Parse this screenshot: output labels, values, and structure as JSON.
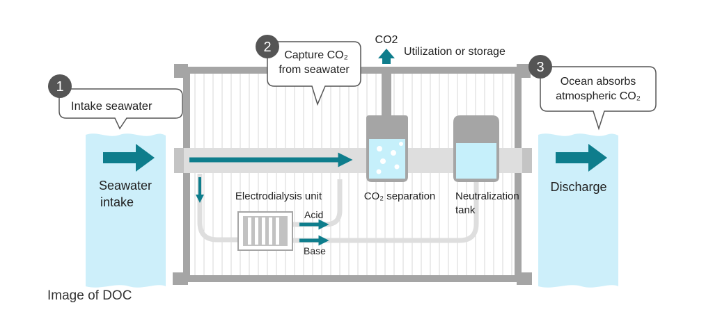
{
  "steps": [
    {
      "number": "1",
      "text_lines": [
        "Intake seawater"
      ]
    },
    {
      "number": "2",
      "text_lines": [
        "Capture CO₂",
        "from seawater"
      ]
    },
    {
      "number": "3",
      "text_lines": [
        "Ocean absorbs",
        "atmospheric CO₂"
      ]
    }
  ],
  "labels": {
    "seawater_intake": [
      "Seawater",
      "intake"
    ],
    "discharge": "Discharge",
    "co2_output": "CO2",
    "utilization": "Utilization or storage",
    "electrodialysis_unit": "Electrodialysis unit",
    "acid": "Acid",
    "base": "Base",
    "co2_separation": "CO₂ separation",
    "neutralization_tank": [
      "Neutralization",
      "tank"
    ]
  },
  "caption": "Image of DOC",
  "colors": {
    "arrow_teal": "#0e7d8c",
    "water_light": "#cdeffa",
    "water_fill": "#b4e9f7",
    "frame_gray": "#a5a5a5",
    "pipe_gray": "#dedede",
    "step_circle": "#555555"
  }
}
